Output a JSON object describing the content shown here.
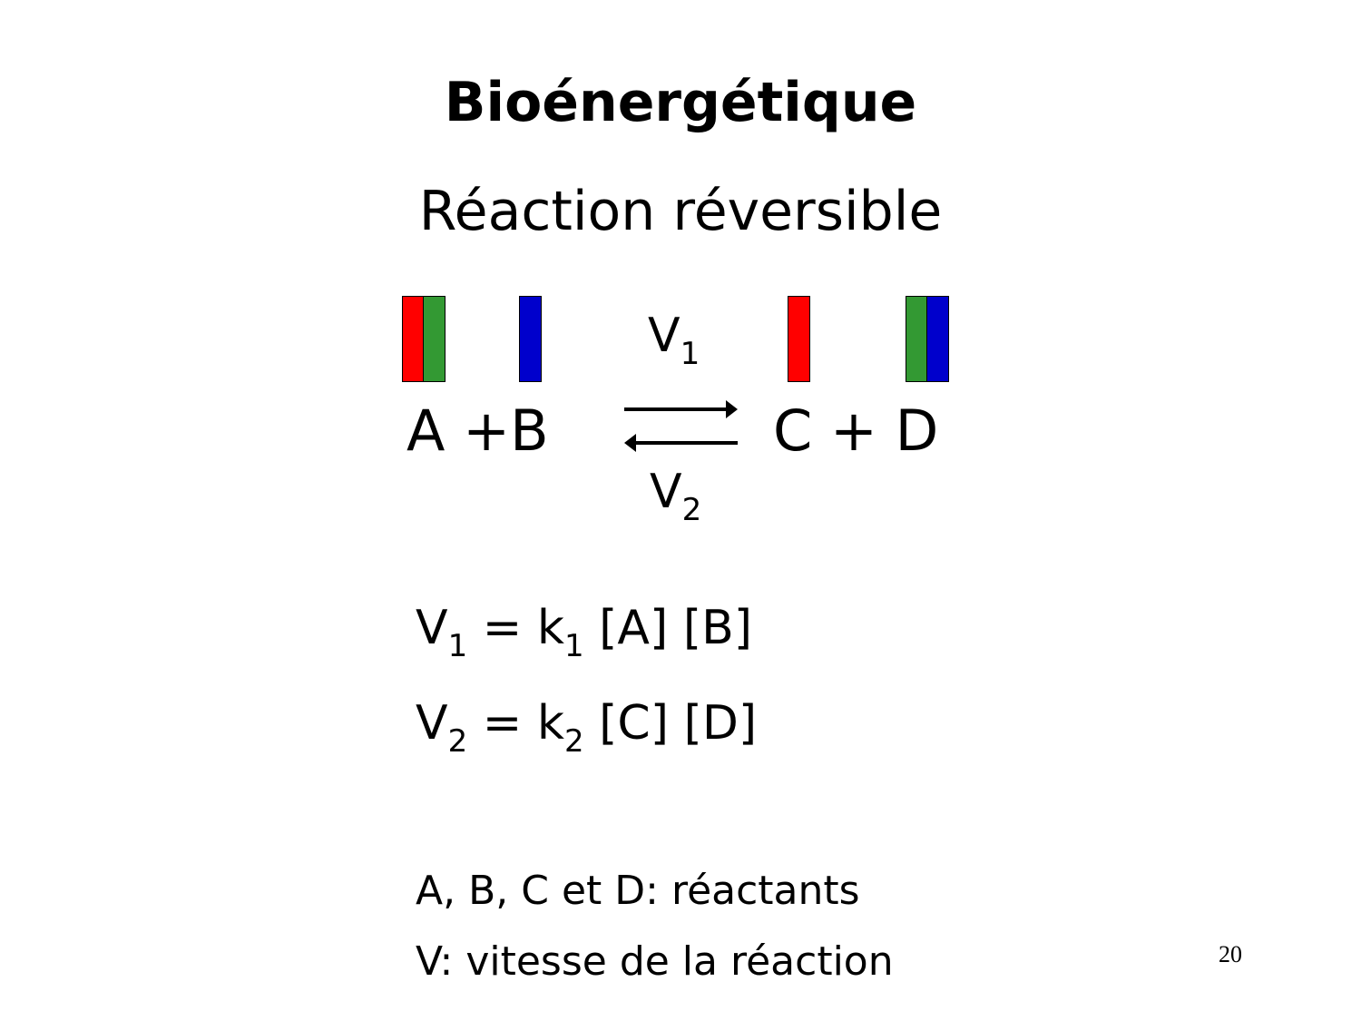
{
  "slide": {
    "title": "Bioénergétique",
    "subtitle": "Réaction réversible",
    "page_number": "20"
  },
  "reaction": {
    "left_side": "A +B",
    "right_side": "C + D",
    "forward_rate": {
      "symbol": "V",
      "subscript": "1"
    },
    "reverse_rate": {
      "symbol": "V",
      "subscript": "2"
    },
    "arrow": "equilibrium-arrows",
    "molecule_bars": [
      {
        "molecule": "A",
        "segments": [
          "#ff0000",
          "#339933"
        ]
      },
      {
        "molecule": "B",
        "segments": [
          "#0000cc"
        ]
      },
      {
        "molecule": "C",
        "segments": [
          "#ff0000"
        ]
      },
      {
        "molecule": "D",
        "segments": [
          "#339933",
          "#0000cc"
        ]
      }
    ]
  },
  "rate_equations": [
    {
      "lhs": "V",
      "lhs_sub": "1",
      "eq": " = k",
      "k_sub": "1",
      "rhs": " [A] [B]"
    },
    {
      "lhs": "V",
      "lhs_sub": "2",
      "eq": " = k",
      "k_sub": "2",
      "rhs": " [C] [D]"
    }
  ],
  "notes": [
    "A, B, C et D: réactants",
    "V: vitesse de la réaction"
  ]
}
